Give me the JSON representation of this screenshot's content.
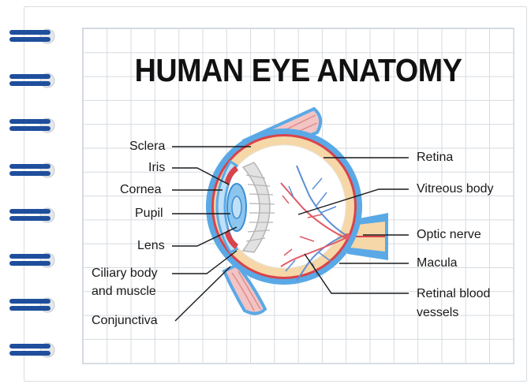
{
  "title": "HUMAN EYE ANATOMY",
  "labels": {
    "sclera": "Sclera",
    "iris": "Iris",
    "cornea": "Cornea",
    "pupil": "Pupil",
    "lens": "Lens",
    "ciliary_line1": "Ciliary body",
    "ciliary_line2": "and muscle",
    "conjunctiva": "Conjunctiva",
    "retina": "Retina",
    "vitreous": "Vitreous body",
    "optic_nerve": "Optic nerve",
    "macula": "Macula",
    "vessels_line1": "Retinal blood",
    "vessels_line2": "vessels"
  },
  "colors": {
    "sclera_blue": "#5aa9e6",
    "choroid_red": "#d9434b",
    "retina_tan": "#f6d7a7",
    "spiral_blue": "#1f4e9c",
    "vessel_blue": "#5b8fd6",
    "vessel_red": "#e05a66"
  }
}
